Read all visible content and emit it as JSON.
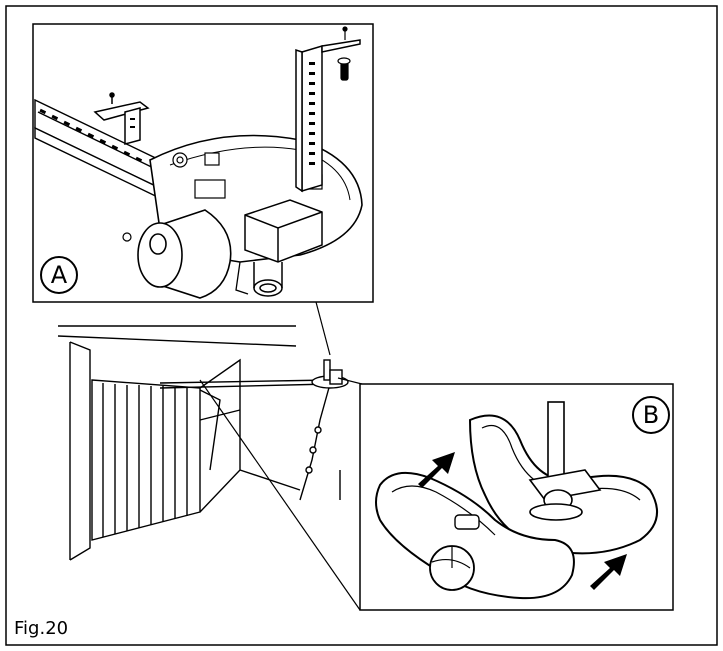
{
  "figure": {
    "caption": "Fig.20",
    "callout_a": "A",
    "callout_b": "B"
  },
  "colors": {
    "line": "#000000",
    "background": "#ffffff"
  }
}
